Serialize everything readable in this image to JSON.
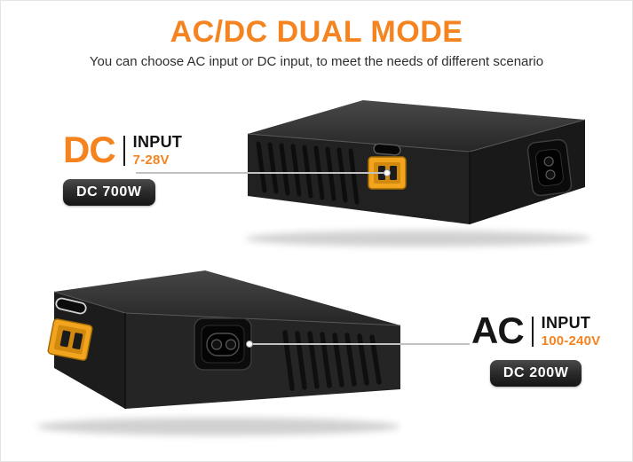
{
  "header": {
    "title": "AC/DC DUAL MODE",
    "subtitle": "You can choose AC input or DC input, to meet the needs of different scenario"
  },
  "annotations": {
    "dc_input": {
      "mode": "DC",
      "label": "INPUT",
      "range": "7-28V",
      "badge": "DC 700W"
    },
    "ac_input": {
      "mode": "AC",
      "label": "INPUT",
      "range": "100-240V",
      "badge": "DC 200W"
    }
  },
  "colors": {
    "accent_orange": "#f5831f",
    "text_dark": "#1f1f1f",
    "badge_background": "#2d2d2d",
    "badge_text": "#ffffff",
    "device_black": "#1e1e1e",
    "xt60_yellow": "#f2a41e",
    "callout_line": "#c2c2c2"
  },
  "devices": {
    "top_device": {
      "ports": [
        "usb-c-port-icon",
        "xt60-connector-icon",
        "ac-inlet-icon",
        "vent-grille"
      ]
    },
    "bottom_device": {
      "ports": [
        "usb-c-port-icon",
        "xt60-connector-icon",
        "ac-inlet-icon",
        "vent-grille"
      ]
    }
  }
}
